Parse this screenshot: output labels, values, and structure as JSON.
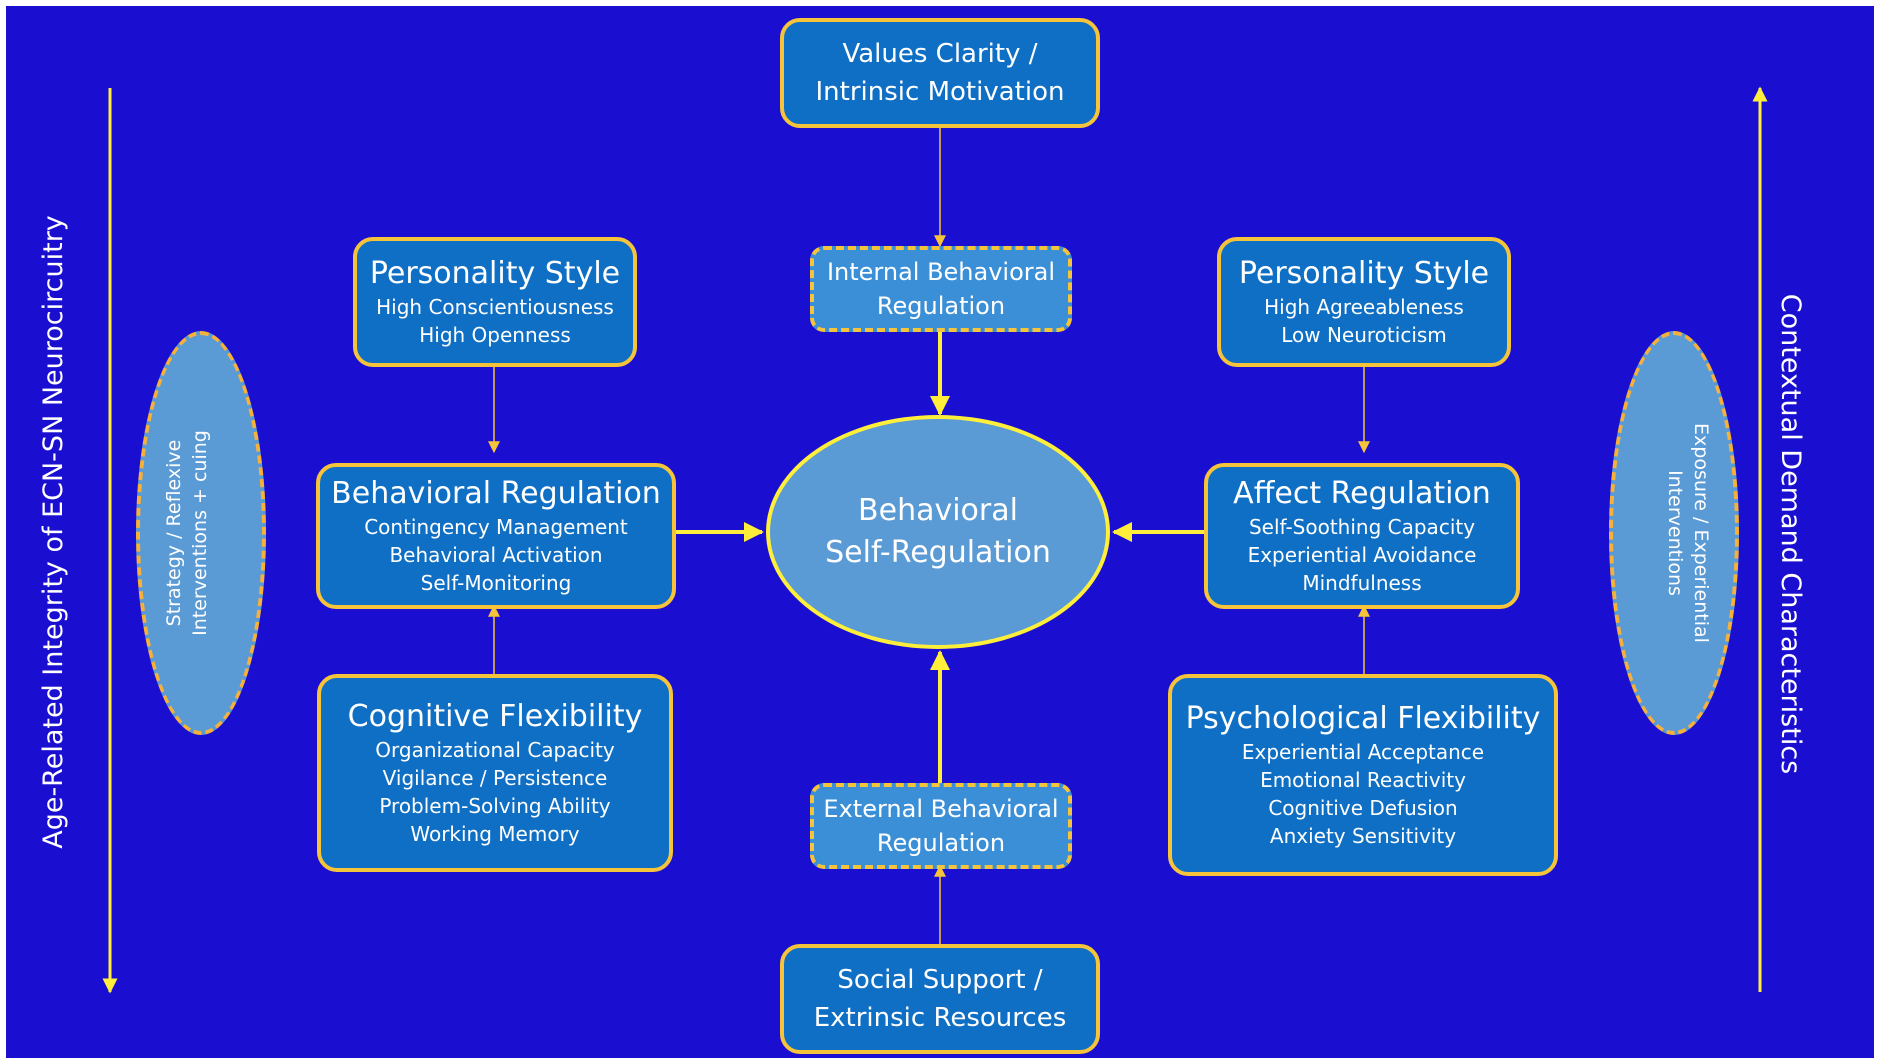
{
  "colors": {
    "background": "#1a0fd0",
    "box_fill": "#0f6fc4",
    "box_border": "#f6c43a",
    "arrow": "#ffef3a",
    "ellipse_fill": "#5b9bd5"
  },
  "center": {
    "line1": "Behavioral",
    "line2": "Self-Regulation"
  },
  "top_box": {
    "line1": "Values Clarity /",
    "line2": "Intrinsic Motivation"
  },
  "internal_box": {
    "line1": "Internal Behavioral",
    "line2": "Regulation"
  },
  "external_box": {
    "line1": "External Behavioral",
    "line2": "Regulation"
  },
  "bottom_box": {
    "line1": "Social Support /",
    "line2": "Extrinsic Resources"
  },
  "personality_left": {
    "title": "Personality Style",
    "items": [
      "High Conscientiousness",
      "High Openness"
    ]
  },
  "personality_right": {
    "title": "Personality Style",
    "items": [
      "High Agreeableness",
      "Low Neuroticism"
    ]
  },
  "behavioral_regulation": {
    "title": "Behavioral Regulation",
    "items": [
      "Contingency Management",
      "Behavioral Activation",
      "Self-Monitoring"
    ]
  },
  "affect_regulation": {
    "title": "Affect Regulation",
    "items": [
      "Self-Soothing Capacity",
      "Experiential Avoidance",
      "Mindfulness"
    ]
  },
  "cognitive_flexibility": {
    "title": "Cognitive Flexibility",
    "items": [
      "Organizational Capacity",
      "Vigilance / Persistence",
      "Problem-Solving Ability",
      "Working Memory"
    ]
  },
  "psychological_flexibility": {
    "title": "Psychological Flexibility",
    "items": [
      "Experiential Acceptance",
      "Emotional Reactivity",
      "Cognitive Defusion",
      "Anxiety Sensitivity"
    ]
  },
  "left_ellipse": {
    "line1": "Strategy / Reflexive",
    "line2": "Interventions + cuing"
  },
  "right_ellipse": {
    "line1": "Exposure / Experiential",
    "line2": "Interventions"
  },
  "left_axis_label": "Age-Related Integrity of ECN-SN Neurocircuitry",
  "right_axis_label": "Contextual Demand Characteristics"
}
